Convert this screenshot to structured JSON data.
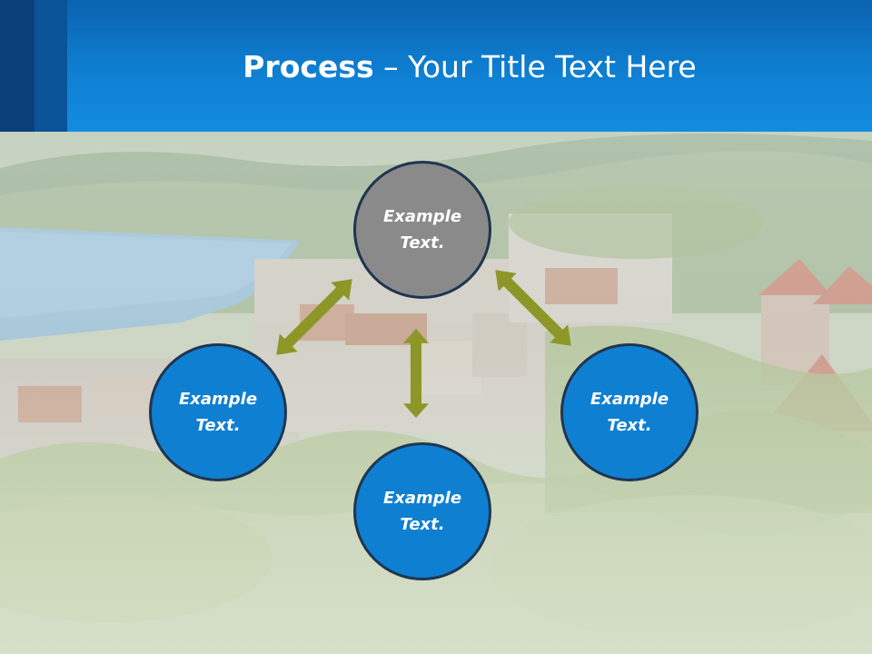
{
  "slide": {
    "title_bold": "Process",
    "title_rest": " – Your Title Text Here"
  },
  "diagram": {
    "center": {
      "label": "Example Text."
    },
    "left": {
      "label": "Example Text."
    },
    "bottom": {
      "label": "Example Text."
    },
    "right": {
      "label": "Example Text."
    }
  },
  "colors": {
    "header": "#0f7fd2",
    "header_accent_dark": "#0a3f78",
    "node_blue": "#0f7fd2",
    "node_gray": "#8a8a8a",
    "node_border": "#1f3550",
    "arrow": "#8c9728"
  },
  "icons": [
    "double-arrow-icon"
  ]
}
